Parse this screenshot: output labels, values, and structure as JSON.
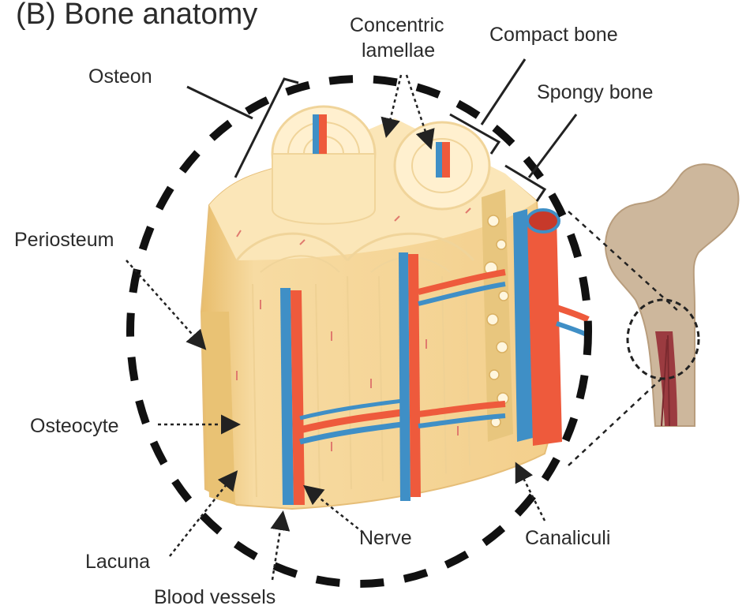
{
  "title": "(B) Bone anatomy",
  "labels": {
    "osteon": "Osteon",
    "concentric_lamellae_line1": "Concentric",
    "concentric_lamellae_line2": "lamellae",
    "compact_bone": "Compact bone",
    "spongy_bone": "Spongy bone",
    "periosteum": "Periosteum",
    "osteocyte": "Osteocyte",
    "lacuna": "Lacuna",
    "blood_vessels": "Blood vessels",
    "nerve": "Nerve",
    "canaliculi": "Canaliculi"
  },
  "colors": {
    "bone_light": "#fbe6b8",
    "bone_mid": "#f3d193",
    "periosteum": "#e9c274",
    "artery": "#ee5a3c",
    "vein": "#3f8fc6",
    "femur": "#cdb79c",
    "marrow": "#9b3b40",
    "dashed_outline": "#111111"
  }
}
